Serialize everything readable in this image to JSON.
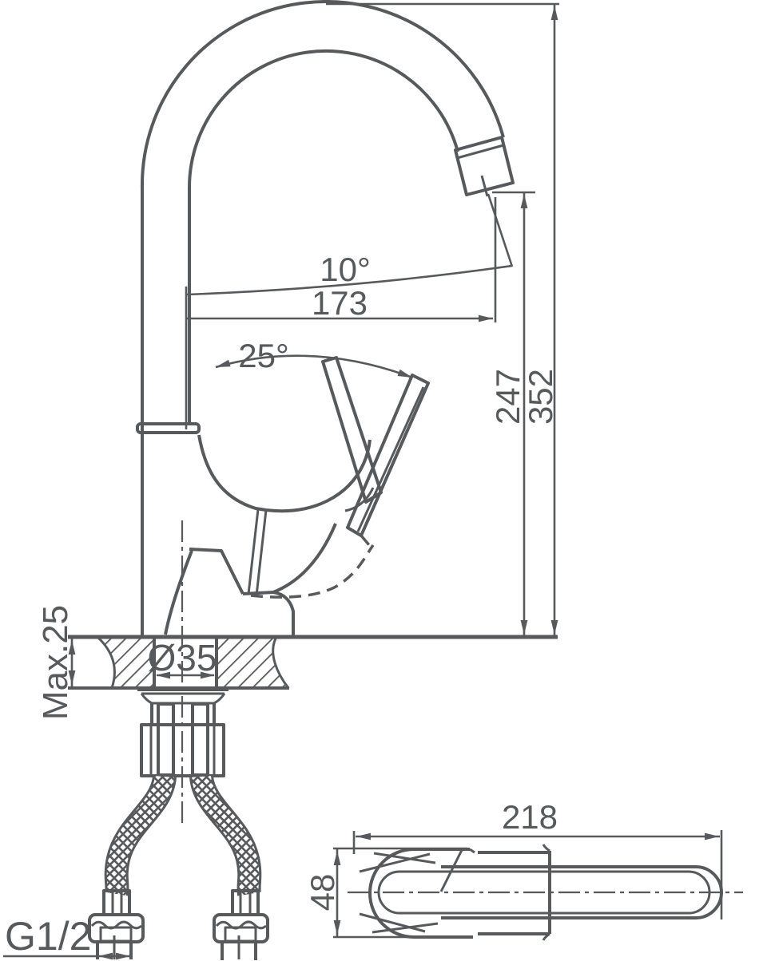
{
  "colors": {
    "line": "#58595B",
    "background": "#FFFFFF"
  },
  "front_view": {
    "spout_angle_label": "10°",
    "spout_reach_label": "173",
    "handle_angle_label": "25°",
    "spout_height_label": "247",
    "total_height_label": "352",
    "max_mounting_thickness_label": "Max.25",
    "mounting_hole_diameter_label": "Ø35",
    "supply_thread_label": "G1/2"
  },
  "top_view": {
    "overall_length_label": "218",
    "body_width_label": "48"
  }
}
